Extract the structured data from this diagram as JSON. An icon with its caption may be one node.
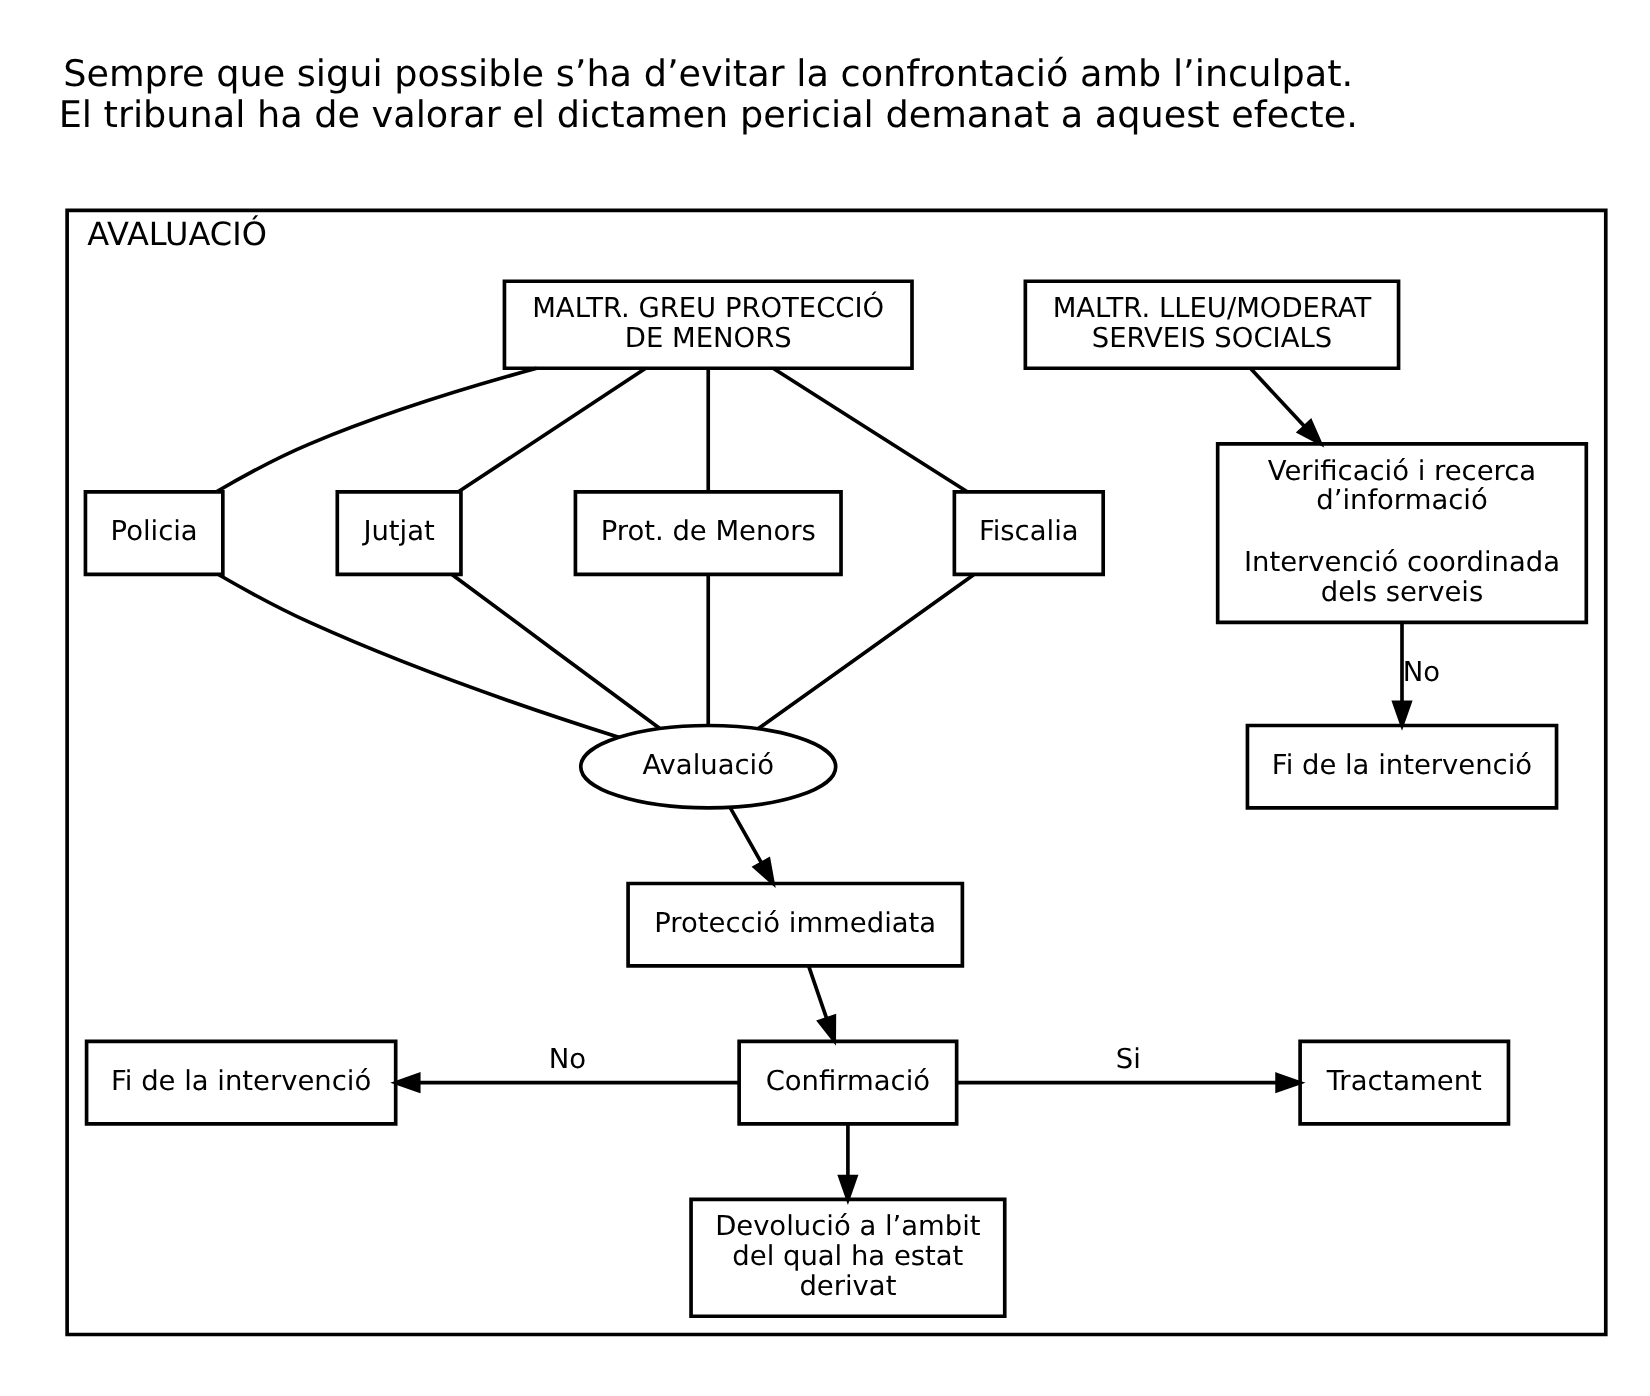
{
  "diagram": {
    "nodes": [
      {
        "text": [
          "AVALUACIÓ"
        ]
      },
      {
        "text": [
          "MALTR. GREU PROTECCIÓ DE MENORS"
        ],
        "in": 0
      },
      {
        "text": [
          "MALTR. LLEU/MODERAT SERVEIS SOCIALS"
        ],
        "in": 0
      },
      {
        "text": [
          "Policia"
        ],
        "in": 0
      },
      {
        "text": [
          "Jutjat"
        ],
        "in": 0
      },
      {
        "text": [
          "Prot. de Menors"
        ],
        "in": 0
      },
      {
        "text": [
          "Fiscalia"
        ],
        "in": 0
      },
      {
        "text": [
          "Verificació i recerca d’informació",
          "Intervenció coordinada dels serveis"
        ],
        "in": 0
      },
      {
        "text": [
          "Avaluació"
        ],
        "in": 0
      },
      {
        "text": [
          "Fi de la intervenció"
        ],
        "in": 0
      },
      {
        "text": [
          "Protecció immediata"
        ],
        "in": 0
      },
      {
        "text": [
          "Fi de la intervenció"
        ],
        "in": 0
      },
      {
        "text": [
          "Confirmació"
        ],
        "in": 0
      },
      {
        "text": [
          "Tractament"
        ],
        "in": 0
      },
      {
        "text": [
          "Devolució a l’ambit del qual ha estat derivat"
        ],
        "in": 0
      }
    ],
    "edges": [
      {
        "from": 1,
        "to": 3,
        "arrow": "none"
      },
      {
        "from": 1,
        "to": 4,
        "arrow": "none"
      },
      {
        "from": 1,
        "to": 5,
        "arrow": "none"
      },
      {
        "from": 1,
        "to": 6,
        "arrow": "none"
      },
      {
        "from": 2,
        "to": 7,
        "arrow": "to"
      },
      {
        "from": 3,
        "to": 8,
        "arrow": "none"
      },
      {
        "from": 4,
        "to": 8,
        "arrow": "none"
      },
      {
        "from": 5,
        "to": 8,
        "arrow": "none"
      },
      {
        "from": 6,
        "to": 8,
        "arrow": "none"
      },
      {
        "from": 7,
        "to": 9,
        "arrow": "to",
        "label": "No"
      },
      {
        "from": 8,
        "to": 10,
        "arrow": "to"
      },
      {
        "from": 10,
        "to": 12,
        "arrow": "to"
      },
      {
        "from": 12,
        "to": 11,
        "arrow": "to",
        "label": "No"
      },
      {
        "from": 12,
        "to": 13,
        "arrow": "to",
        "label": "Si"
      },
      {
        "from": 12,
        "to": 14,
        "arrow": "to"
      }
    ],
    "labels": [
      "Sempre que sigui possible s’ha d’evitar la confrontació amb l’inculpat.",
      "El tribunal ha de valorar el dictamen pericial demanat a aquest efecte."
    ]
  }
}
